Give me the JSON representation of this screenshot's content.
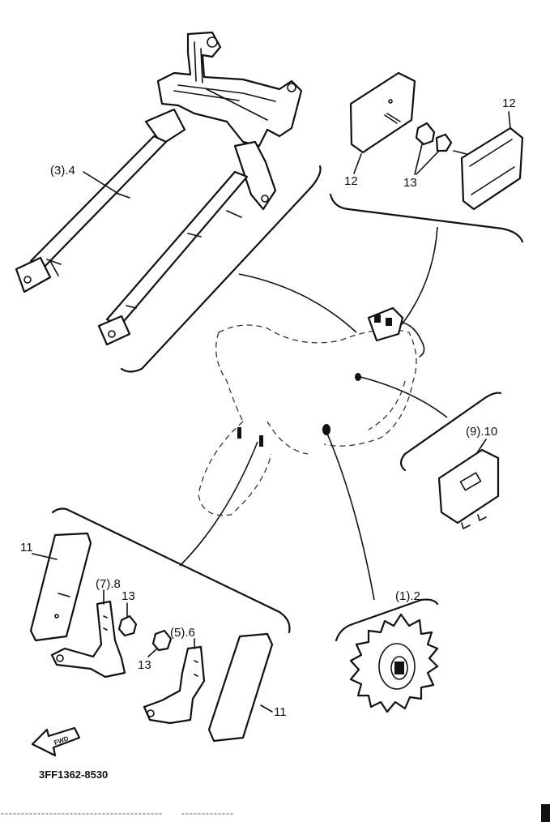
{
  "labels": {
    "footrest_bracket": "(3).4",
    "reflector_left": "12",
    "reflector_right": "12",
    "reflector_nut": "13",
    "ignitor": "(9).10",
    "left_cover": "11",
    "right_cover": "11",
    "bracket_left": "(7).8",
    "bracket_right": "(5).6",
    "damper_upper": "13",
    "damper_lower": "13",
    "sprocket": "(1).2"
  },
  "fwd_arrow": "FWD",
  "diagram_code": "3FF1362-8530"
}
